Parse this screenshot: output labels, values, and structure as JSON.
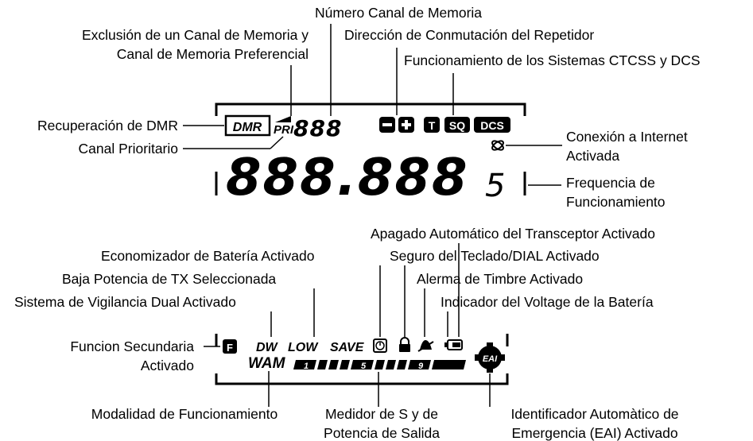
{
  "labels": {
    "numero_canal": "Número Canal de Memoria",
    "exclusion_1": "Exclusión de un Canal de Memoria y",
    "exclusion_2": "Canal de Memoria Preferencial",
    "direccion": "Dirección de Conmutación del Repetidor",
    "ctcss": "Funcionamiento de los Sistemas CTCSS y DCS",
    "recuperacion": "Recuperación de DMR",
    "prioritario": "Canal Prioritario",
    "internet_1": "Conexión a Internet",
    "internet_2": "Activada",
    "frecuencia_1": "Frequencia de",
    "frecuencia_2": "Funcionamiento",
    "apagado": "Apagado Automático del Transceptor Activado",
    "economizador": "Economizador de Batería Activado",
    "seguro": "Seguro del Teclado/DIAL Activado",
    "baja_potencia": "Baja Potencia de TX Seleccionada",
    "alerma": "Alerma de Timbre Activado",
    "vigilancia": "Sistema de Vigilancia Dual Activado",
    "voltage": "Indicador del Voltage de la Batería",
    "funcion_1": "Funcion Secundaria",
    "funcion_2": "Activado",
    "modalidad": "Modalidad de Funcionamiento",
    "medidor_1": "Medidor de S y de",
    "medidor_2": "Potencia de Salida",
    "eai_1": "Identificador Automàtico de",
    "eai_2": "Emergencia (EAI) Activado"
  },
  "display": {
    "dmr": "DMR",
    "pri": "PRI",
    "channel": "888",
    "minus": "−",
    "plus": "+",
    "t": "T",
    "sq": "SQ",
    "dcs": "DCS",
    "freq_main": "888.888",
    "freq_sub": "5",
    "f": "F",
    "dw": "DW",
    "low": "LOW",
    "save": "SAVE",
    "mode": "WAM",
    "meter_1": "1",
    "meter_5": "5",
    "meter_9": "9",
    "eai": "EAI"
  }
}
